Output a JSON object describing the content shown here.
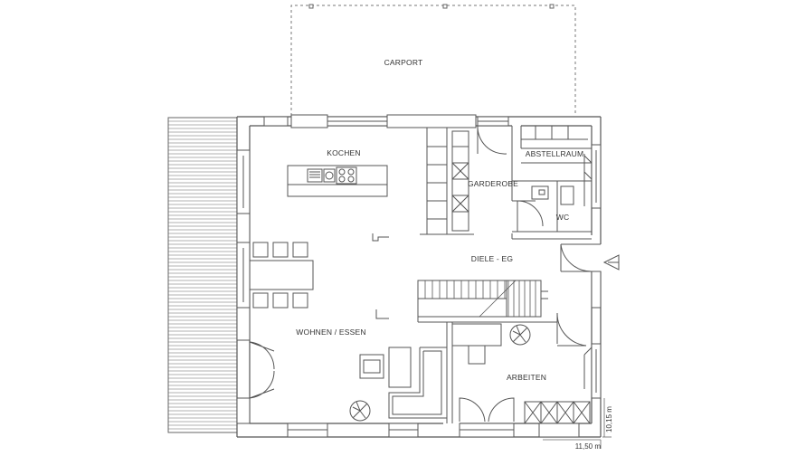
{
  "rooms": {
    "carport": "CARPORT",
    "kochen": "KOCHEN",
    "abstellraum": "ABSTELLRAUM",
    "garderobe": "GARDEROBE",
    "wc": "WC",
    "diele": "DIELE - EG",
    "wohnen": "WOHNEN / ESSEN",
    "arbeiten": "ARBEITEN"
  },
  "dimensions": {
    "width": "11,50 m",
    "depth": "10,15 m"
  },
  "colors": {
    "wall": "#555555",
    "line": "#666666"
  }
}
